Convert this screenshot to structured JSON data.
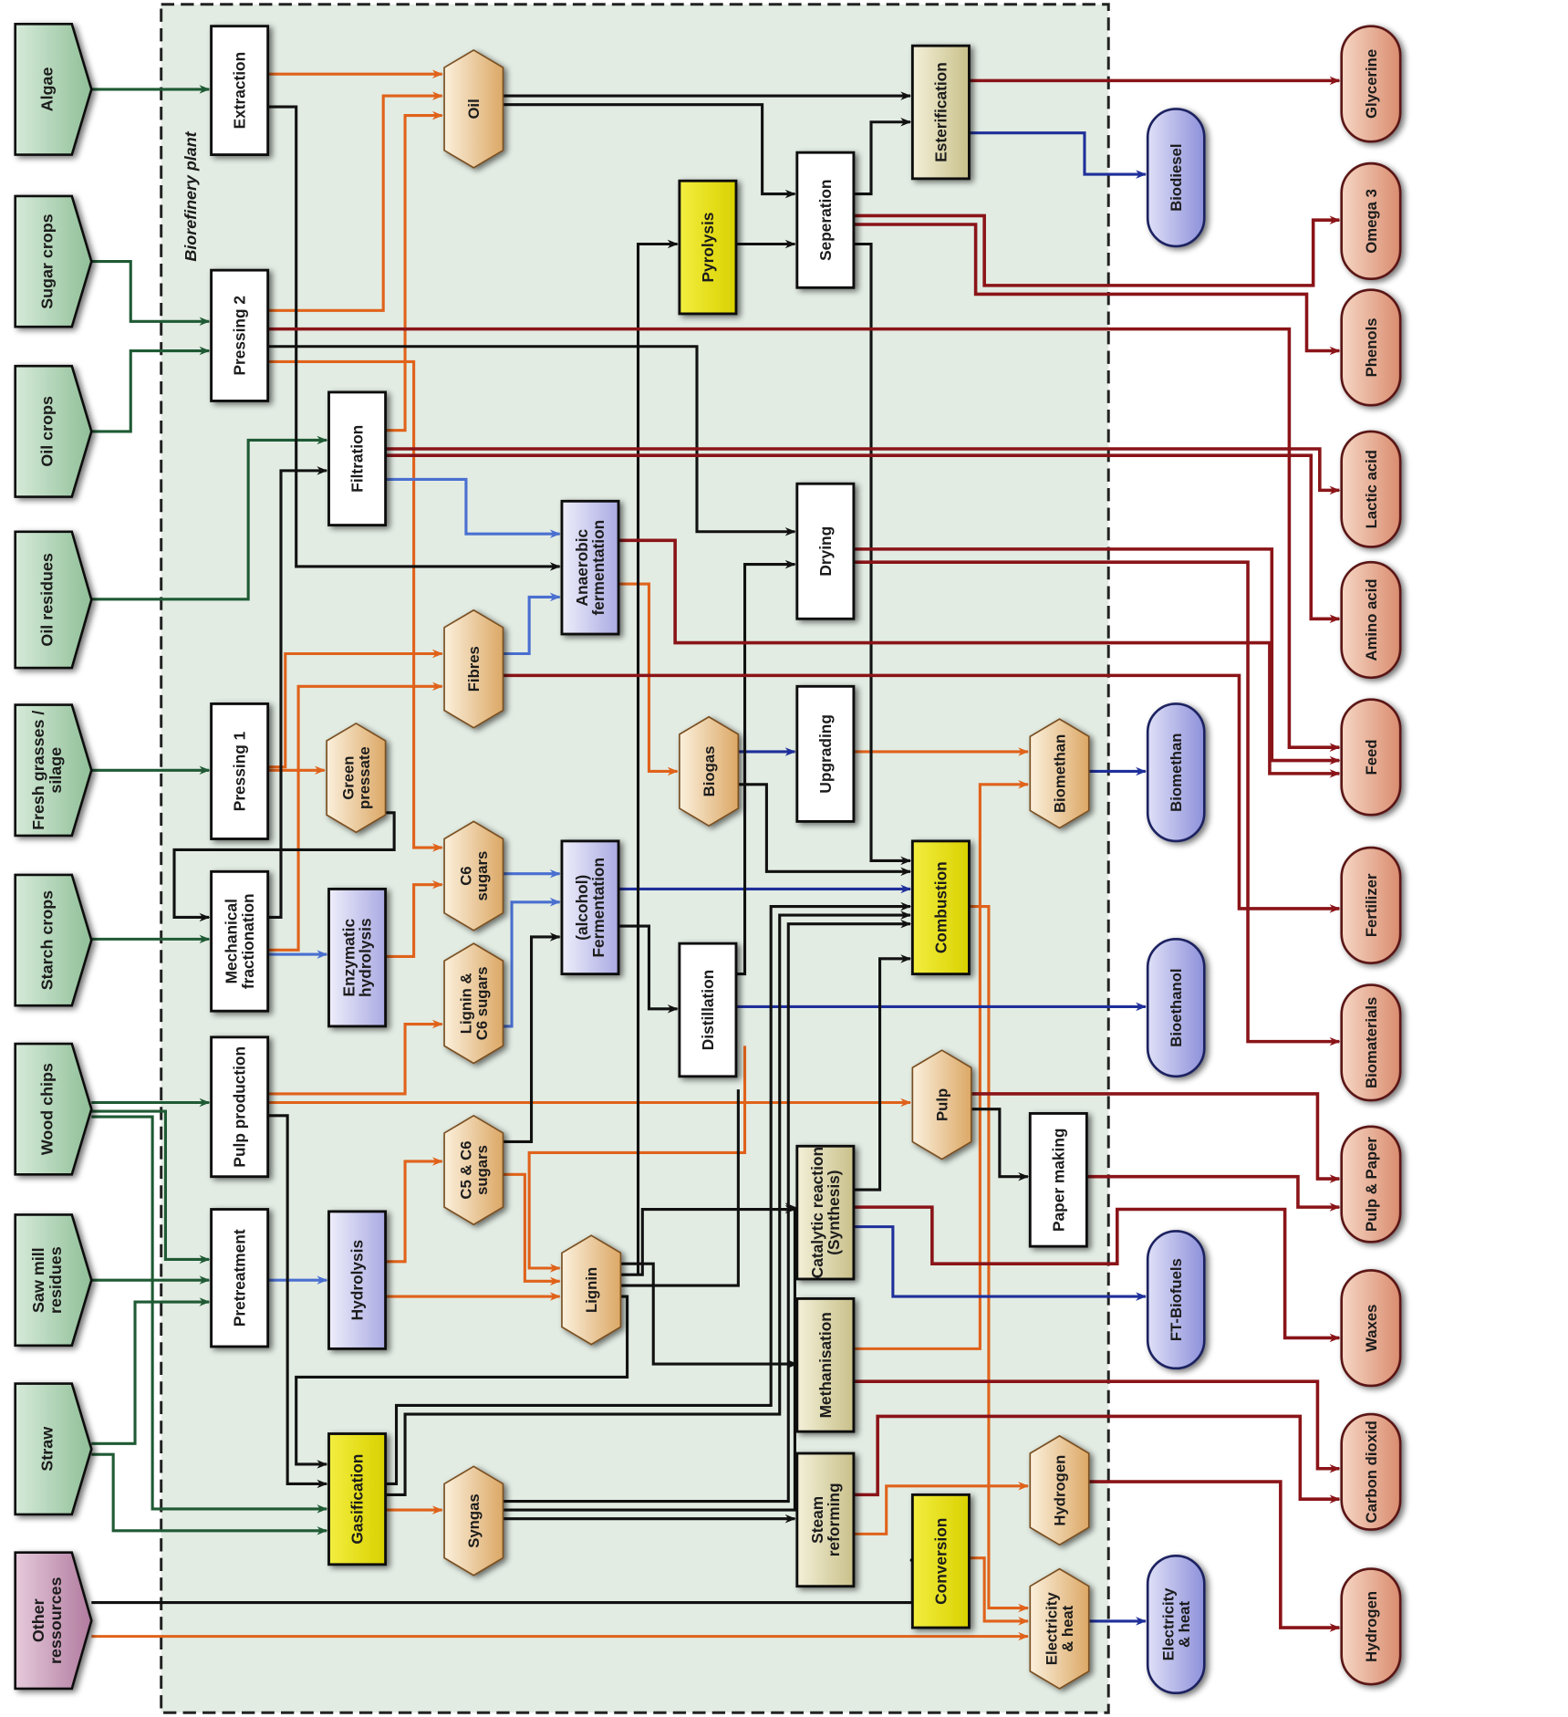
{
  "title": "Biorefinery plant",
  "colors": {
    "resource_fill": "#a9cfae",
    "other_resource_fill": "#c99ab8",
    "process_white": "#ffffff",
    "process_blue": "#c9c9ef",
    "process_yellow": "#e8e21c",
    "process_khaki": "#dcd6a8",
    "intermediate_fill": "#f0c98e",
    "energy_product_fill": "#a9abe6",
    "material_product_fill": "#e9a88a",
    "plant_background": "#e2ece3",
    "flow_resource": "#1f5a34",
    "flow_intermediate": "#e0621a",
    "flow_black": "#111111",
    "flow_energy": "#1f2f9a",
    "flow_energy_light": "#4a6fd0",
    "flow_material": "#8a1418"
  },
  "resources": [
    {
      "id": "algae",
      "label": "Algae"
    },
    {
      "id": "sugar",
      "label": "Sugar crops"
    },
    {
      "id": "oilcrops",
      "label": "Oil crops"
    },
    {
      "id": "oilres",
      "label": "Oil residues"
    },
    {
      "id": "grass",
      "label": "Fresh grasses / silage"
    },
    {
      "id": "starch",
      "label": "Starch crops"
    },
    {
      "id": "wood",
      "label": "Wood chips"
    },
    {
      "id": "sawmill",
      "label": "Saw mill residues"
    },
    {
      "id": "straw",
      "label": "Straw"
    },
    {
      "id": "other",
      "label": "Other ressources"
    }
  ],
  "processes": [
    {
      "id": "extraction",
      "label": "Extraction",
      "type": "white"
    },
    {
      "id": "pressing2",
      "label": "Pressing 2",
      "type": "white"
    },
    {
      "id": "filtration",
      "label": "Filtration",
      "type": "white"
    },
    {
      "id": "pressing1",
      "label": "Pressing 1",
      "type": "white"
    },
    {
      "id": "mechfrac",
      "label": "Mechanical fractionation",
      "type": "white"
    },
    {
      "id": "pulpprod",
      "label": "Pulp production",
      "type": "white"
    },
    {
      "id": "pretreat",
      "label": "Pretreatment",
      "type": "white"
    },
    {
      "id": "enzhyd",
      "label": "Enzymatic hydrolysis",
      "type": "blue"
    },
    {
      "id": "hydrolysis",
      "label": "Hydrolysis",
      "type": "blue"
    },
    {
      "id": "gasification",
      "label": "Gasification",
      "type": "yellow"
    },
    {
      "id": "anaerobic",
      "label": "Anaerobic fermentation",
      "type": "blue"
    },
    {
      "id": "alcferm",
      "label": "(alcohol) Fermentation",
      "type": "blue"
    },
    {
      "id": "pyrolysis",
      "label": "Pyrolysis",
      "type": "yellow"
    },
    {
      "id": "separation",
      "label": "Seperation",
      "type": "white"
    },
    {
      "id": "drying",
      "label": "Drying",
      "type": "white"
    },
    {
      "id": "upgrading",
      "label": "Upgrading",
      "type": "white"
    },
    {
      "id": "distillation",
      "label": "Distillation",
      "type": "white"
    },
    {
      "id": "catalytic",
      "label": "Catalytic reaction (Synthesis)",
      "type": "khaki"
    },
    {
      "id": "methanisation",
      "label": "Methanisation",
      "type": "khaki"
    },
    {
      "id": "steam",
      "label": "Steam reforming",
      "type": "khaki"
    },
    {
      "id": "esterification",
      "label": "Esterification",
      "type": "khaki"
    },
    {
      "id": "combustion",
      "label": "Combustion",
      "type": "yellow"
    },
    {
      "id": "papermaking",
      "label": "Paper making",
      "type": "white"
    },
    {
      "id": "conversion",
      "label": "Conversion",
      "type": "yellow"
    }
  ],
  "intermediates": [
    {
      "id": "oil",
      "label": "Oil"
    },
    {
      "id": "fibres",
      "label": "Fibres"
    },
    {
      "id": "greenpress",
      "label": "Green pressate"
    },
    {
      "id": "c6",
      "label": "C6 sugars"
    },
    {
      "id": "ligninc6",
      "label": "Lignin & C6 sugars"
    },
    {
      "id": "c5c6",
      "label": "C5 & C6 sugars"
    },
    {
      "id": "lignin",
      "label": "Lignin"
    },
    {
      "id": "syngas",
      "label": "Syngas"
    },
    {
      "id": "biogas",
      "label": "Biogas"
    },
    {
      "id": "pulp",
      "label": "Pulp"
    },
    {
      "id": "biomethan_i",
      "label": "Biomethan"
    },
    {
      "id": "hydrogen_i",
      "label": "Hydrogen"
    },
    {
      "id": "elecheat_i",
      "label": "Electricity & heat"
    }
  ],
  "energy_products": [
    {
      "id": "biodiesel",
      "label": "Biodiesel"
    },
    {
      "id": "biomethan",
      "label": "Biomethan"
    },
    {
      "id": "bioethanol",
      "label": "Bioethanol"
    },
    {
      "id": "ftbiofuels",
      "label": "FT-Biofuels"
    },
    {
      "id": "elecheat",
      "label": "Electricity & heat"
    }
  ],
  "material_products": [
    {
      "id": "glycerine",
      "label": "Glycerine"
    },
    {
      "id": "omega3",
      "label": "Omega 3"
    },
    {
      "id": "phenols",
      "label": "Phenols"
    },
    {
      "id": "lactic",
      "label": "Lactic acid"
    },
    {
      "id": "amino",
      "label": "Amino acid"
    },
    {
      "id": "feed",
      "label": "Feed"
    },
    {
      "id": "fertilizer",
      "label": "Fertilizer"
    },
    {
      "id": "biomaterials",
      "label": "Biomaterials"
    },
    {
      "id": "pulppaper",
      "label": "Pulp & Paper"
    },
    {
      "id": "waxes",
      "label": "Waxes"
    },
    {
      "id": "co2",
      "label": "Carbon dioxid"
    },
    {
      "id": "hydrogen",
      "label": "Hydrogen"
    }
  ]
}
